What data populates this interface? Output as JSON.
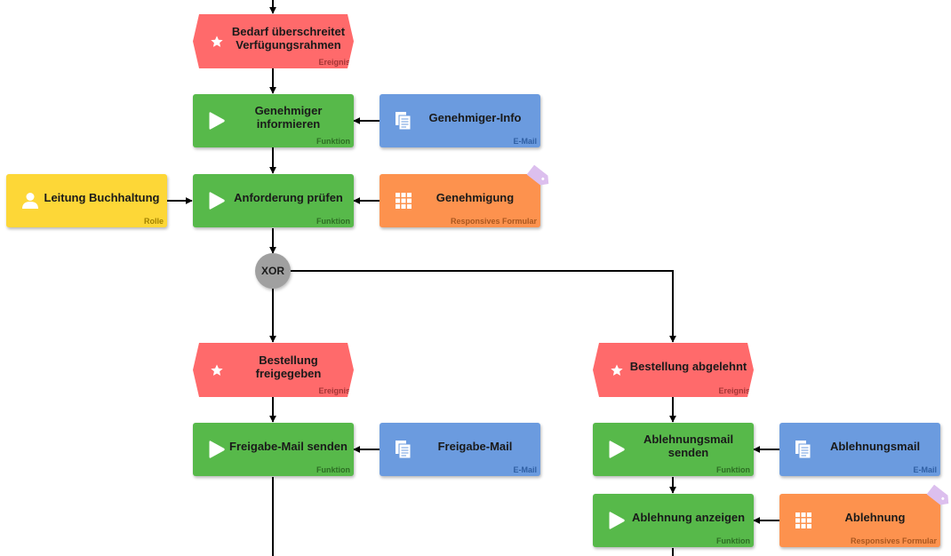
{
  "nodes": {
    "e_bedarf": {
      "label": "Bedarf überschreitet\nVerfügungsrahmen",
      "kind": "Ereignis",
      "icon": "star-icon"
    },
    "f_informieren": {
      "label": "Genehmiger\ninformieren",
      "kind": "Funktion",
      "icon": "play-icon"
    },
    "m_info": {
      "label": "Genehmiger-Info",
      "kind": "E-Mail",
      "icon": "document-icon"
    },
    "r_leitung": {
      "label": "Leitung Buchhaltung",
      "kind": "Rolle",
      "icon": "person-icon"
    },
    "f_pruefen": {
      "label": "Anforderung prüfen",
      "kind": "Funktion",
      "icon": "play-icon"
    },
    "fo_genehmigung": {
      "label": "Genehmigung",
      "kind": "Responsives Formular",
      "icon": "grid-icon"
    },
    "xor": {
      "label": "XOR"
    },
    "e_freigegeben": {
      "label": "Bestellung\nfreigegeben",
      "kind": "Ereignis",
      "icon": "star-icon"
    },
    "e_abgelehnt": {
      "label": "Bestellung abgelehnt",
      "kind": "Ereignis",
      "icon": "star-icon"
    },
    "f_freigabe": {
      "label": "Freigabe-Mail senden",
      "kind": "Funktion",
      "icon": "play-icon"
    },
    "m_freigabe": {
      "label": "Freigabe-Mail",
      "kind": "E-Mail",
      "icon": "document-icon"
    },
    "f_ablehnungsmail": {
      "label": "Ablehnungsmail\nsenden",
      "kind": "Funktion",
      "icon": "play-icon"
    },
    "m_ablehnung": {
      "label": "Ablehnungsmail",
      "kind": "E-Mail",
      "icon": "document-icon"
    },
    "f_anzeigen": {
      "label": "Ablehnung anzeigen",
      "kind": "Funktion",
      "icon": "play-icon"
    },
    "fo_ablehnung": {
      "label": "Ablehnung",
      "kind": "Responsives Formular",
      "icon": "grid-icon"
    }
  },
  "colors": {
    "event": "#ff6a6b",
    "function": "#57b94a",
    "email": "#6b9bdf",
    "form": "#fd924e",
    "role": "#fdd737",
    "gateway": "#a0a0a0",
    "connector": "#000000"
  }
}
